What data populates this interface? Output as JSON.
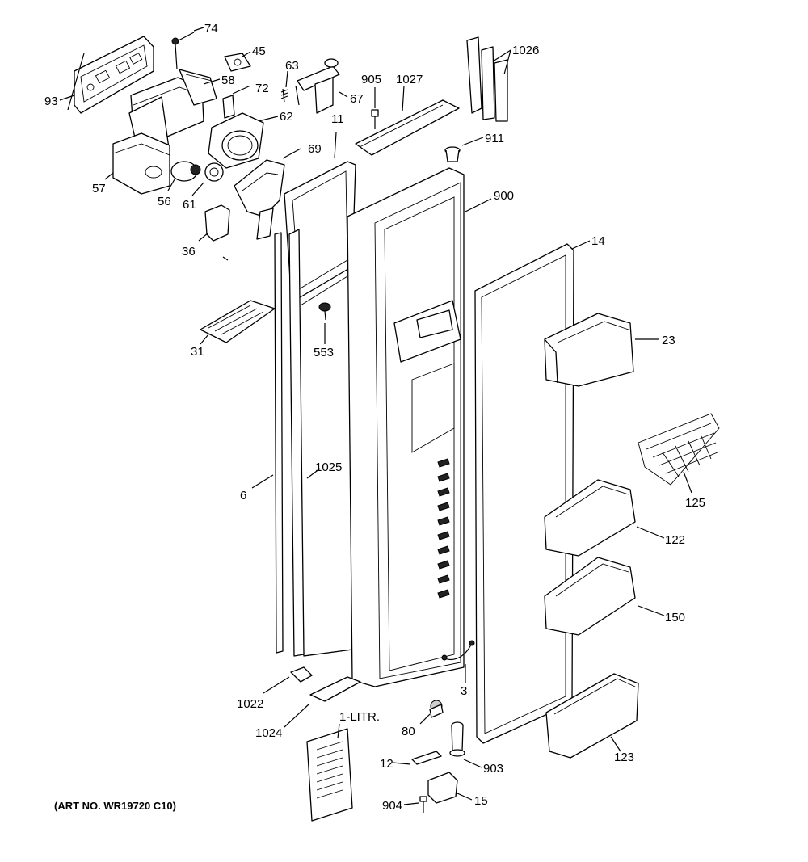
{
  "diagram": {
    "caption": "(ART NO. WR19720 C10)",
    "labels": {
      "p74": "74",
      "p45": "45",
      "p63": "63",
      "p905": "905",
      "p1027": "1027",
      "p1026": "1026",
      "p93": "93",
      "p58": "58",
      "p72": "72",
      "p67": "67",
      "p62": "62",
      "p911": "911",
      "p11": "11",
      "p69": "69",
      "p57": "57",
      "p56": "56",
      "p61": "61",
      "p900": "900",
      "p36": "36",
      "p14": "14",
      "p31": "31",
      "p553": "553",
      "p23": "23",
      "p125": "125",
      "p1025": "1025",
      "p6": "6",
      "p122": "122",
      "p150": "150",
      "p3": "3",
      "p1022": "1022",
      "p1024": "1024",
      "p1litr": "1-LITR.",
      "p80": "80",
      "p903": "903",
      "p123": "123",
      "p12": "12",
      "p904": "904",
      "p15": "15"
    }
  }
}
